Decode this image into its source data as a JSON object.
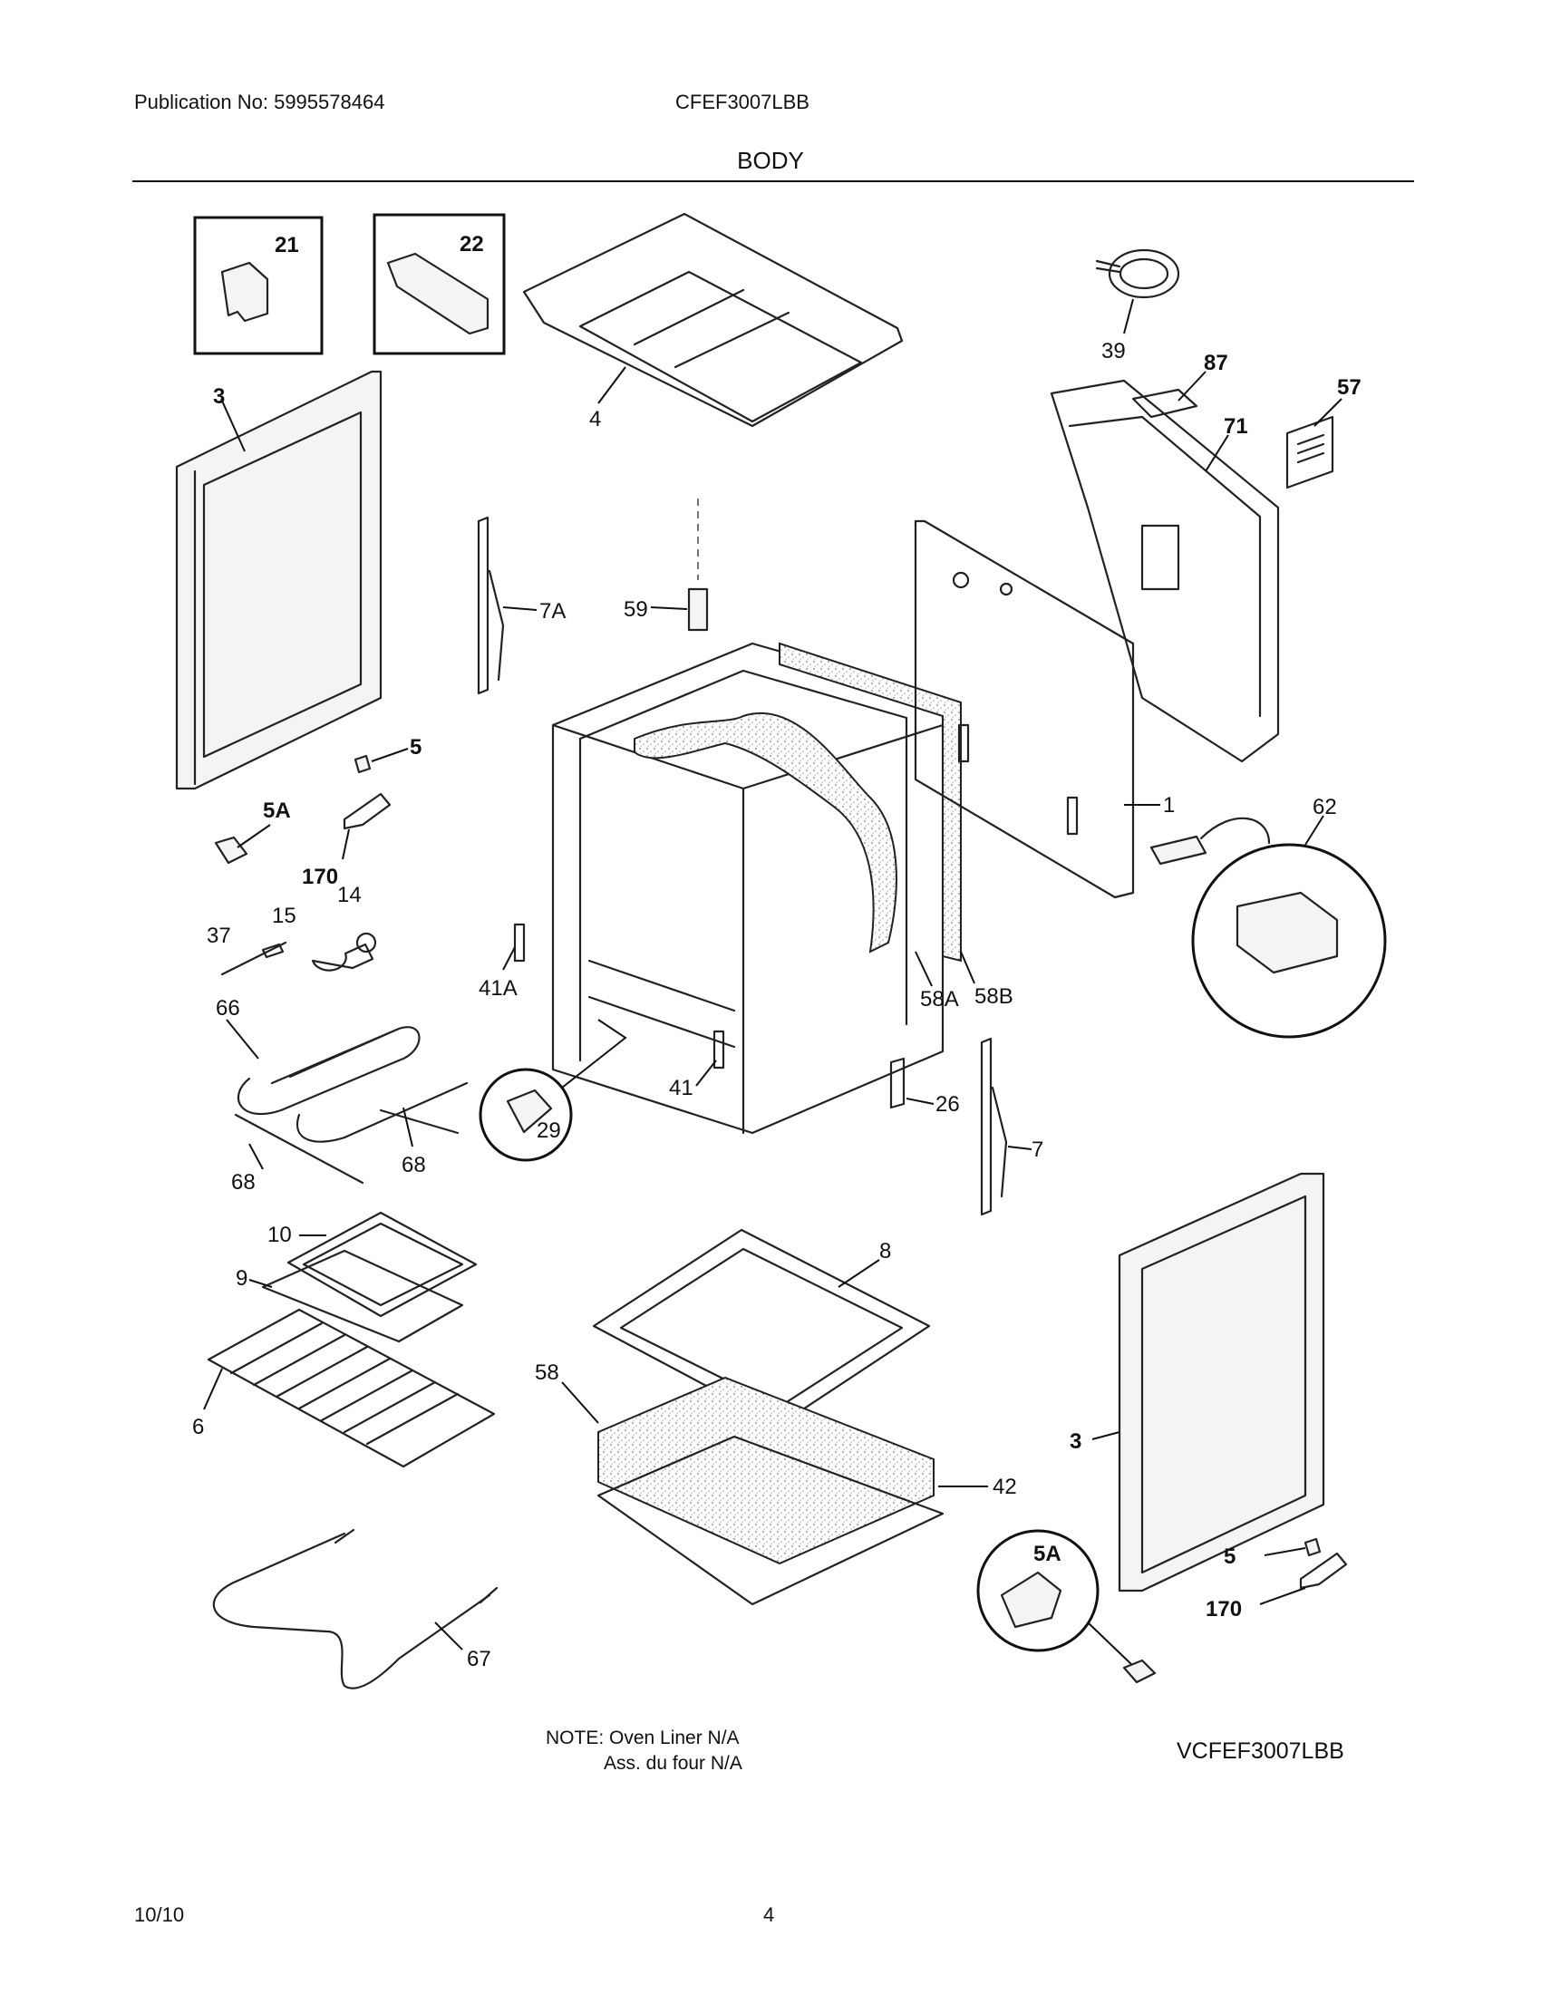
{
  "header": {
    "publication": "Publication No: 5995578464",
    "model": "CFEF3007LBB",
    "section": "BODY"
  },
  "callouts": {
    "c21": "21",
    "c22": "22",
    "c39": "39",
    "c87": "87",
    "c57": "57",
    "c71": "71",
    "c3_left": "3",
    "c4": "4",
    "c7A": "7A",
    "c59": "59",
    "c5_left": "5",
    "c5A_left": "5A",
    "c170_left": "170",
    "c14": "14",
    "c15": "15",
    "c37": "37",
    "c1": "1",
    "c62": "62",
    "c41A": "41A",
    "c58A": "58A",
    "c58B": "58B",
    "c66": "66",
    "c41": "41",
    "c26": "26",
    "c29": "29",
    "c7": "7",
    "c68_left": "68",
    "c68_right": "68",
    "c10": "10",
    "c8": "8",
    "c9": "9",
    "c6": "6",
    "c58": "58",
    "c3_right": "3",
    "c42": "42",
    "c5A_right": "5A",
    "c5_right": "5",
    "c170_right": "170",
    "c67": "67"
  },
  "note": {
    "line1": "NOTE: Oven Liner N/A",
    "line2": "Ass. du four N/A"
  },
  "diagram_code": "VCFEF3007LBB",
  "footer": {
    "date": "10/10",
    "page": "4"
  }
}
